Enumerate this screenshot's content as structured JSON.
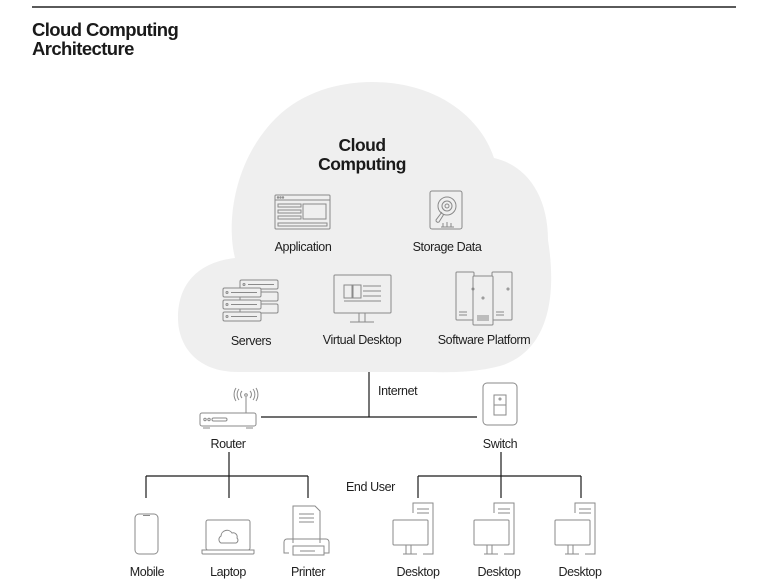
{
  "page": {
    "title_line1": "Cloud Computing",
    "title_line2": "Architecture"
  },
  "cloud": {
    "title_line1": "Cloud",
    "title_line2": "Computing",
    "fill": "#efefef",
    "services": [
      {
        "label": "Application",
        "icon": "application-window-icon"
      },
      {
        "label": "Storage Data",
        "icon": "hard-drive-icon"
      },
      {
        "label": "Servers",
        "icon": "server-stack-icon"
      },
      {
        "label": "Virtual Desktop",
        "icon": "monitor-icon"
      },
      {
        "label": "Software Platform",
        "icon": "server-towers-icon"
      }
    ]
  },
  "network": {
    "internet_label": "Internet",
    "router_label": "Router",
    "switch_label": "Switch",
    "end_user_label": "End User"
  },
  "devices": {
    "router_group": [
      {
        "label": "Mobile",
        "icon": "mobile-phone-icon"
      },
      {
        "label": "Laptop",
        "icon": "laptop-icon"
      },
      {
        "label": "Printer",
        "icon": "printer-icon"
      }
    ],
    "switch_group": [
      {
        "label": "Desktop",
        "icon": "desktop-computer-icon"
      },
      {
        "label": "Desktop",
        "icon": "desktop-computer-icon"
      },
      {
        "label": "Desktop",
        "icon": "desktop-computer-icon"
      }
    ]
  },
  "colors": {
    "line": "#1a1a1a",
    "icon_stroke": "#8a8a8a",
    "cloud": "#efefef"
  }
}
